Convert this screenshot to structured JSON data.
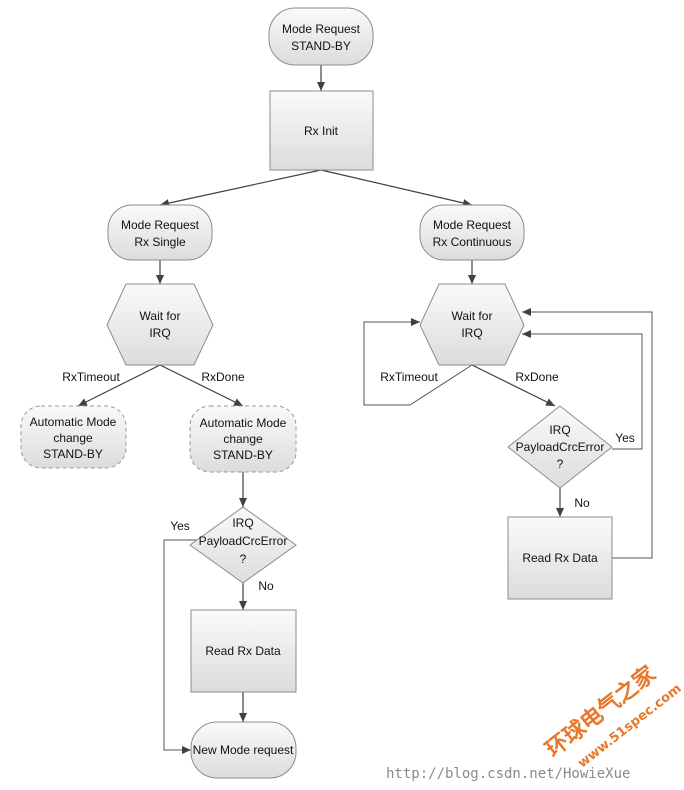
{
  "nodes": {
    "start": [
      "Mode Request",
      "STAND-BY"
    ],
    "rx_init": [
      "Rx Init"
    ],
    "single_req": [
      "Mode Request",
      "Rx Single"
    ],
    "cont_req": [
      "Mode Request",
      "Rx Continuous"
    ],
    "wait_left": [
      "Wait for",
      "IRQ"
    ],
    "wait_right": [
      "Wait for",
      "IRQ"
    ],
    "auto_timeout": [
      "Automatic Mode",
      "change",
      "STAND-BY"
    ],
    "auto_done": [
      "Automatic Mode",
      "change",
      "STAND-BY"
    ],
    "crc_left": [
      "IRQ",
      "PayloadCrcError",
      "?"
    ],
    "crc_right": [
      "IRQ",
      "PayloadCrcError",
      "?"
    ],
    "read_left": [
      "Read Rx Data"
    ],
    "read_right": [
      "Read Rx Data"
    ],
    "new_mode": [
      "New Mode request"
    ]
  },
  "edge_labels": {
    "rx_timeout_left": "RxTimeout",
    "rx_done_left": "RxDone",
    "yes_left": "Yes",
    "no_left": "No",
    "rx_timeout_right": "RxTimeout",
    "rx_done_right": "RxDone",
    "yes_right": "Yes",
    "no_right": "No"
  },
  "watermark": {
    "url": "http://blog.csdn.net/HowieXue",
    "brand_cn": "环球电气之家",
    "brand_site": "www.51spec.com"
  }
}
